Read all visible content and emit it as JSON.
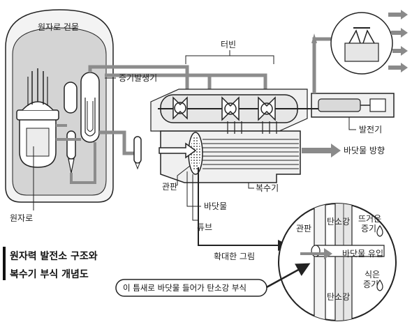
{
  "labels": {
    "reactor_building": "원자로 건물",
    "reactor": "원자로",
    "steam_generator": "증기발생기",
    "turbine": "터빈",
    "generator": "발전기",
    "seawater_direction": "바닷물 방향",
    "tube_sheet": "관판",
    "condenser": "복수기",
    "seawater": "바닷물",
    "tube": "튜브",
    "enlarged_view": "확대한 그림"
  },
  "title": {
    "line1": "원자력 발전소 구조와",
    "line2": "복수기 부식 개념도"
  },
  "zoom": {
    "tube_sheet": "관판",
    "carbon_steel_top": "탄소강",
    "carbon_steel_bottom": "탄소강",
    "hot_steam_line1": "뜨거운",
    "hot_steam_line2": "증기",
    "seawater_inflow": "바닷물 유입",
    "cooled_steam_line1": "식은",
    "cooled_steam_line2": "증기"
  },
  "callout": "이 틈새로 바닷물 들어가 탄소강 부식",
  "colors": {
    "ink": "#222222",
    "pipe_gray": "#8c8c8c",
    "arrow_gray": "#8a8a8a",
    "building_fill": "#f3f3f3",
    "containment_fill": "#d4d4d4",
    "steel_fill": "#e6e6e6"
  },
  "icons": [
    "transmission-tower-icon",
    "droplet-icon",
    "flow-arrow-icon"
  ]
}
